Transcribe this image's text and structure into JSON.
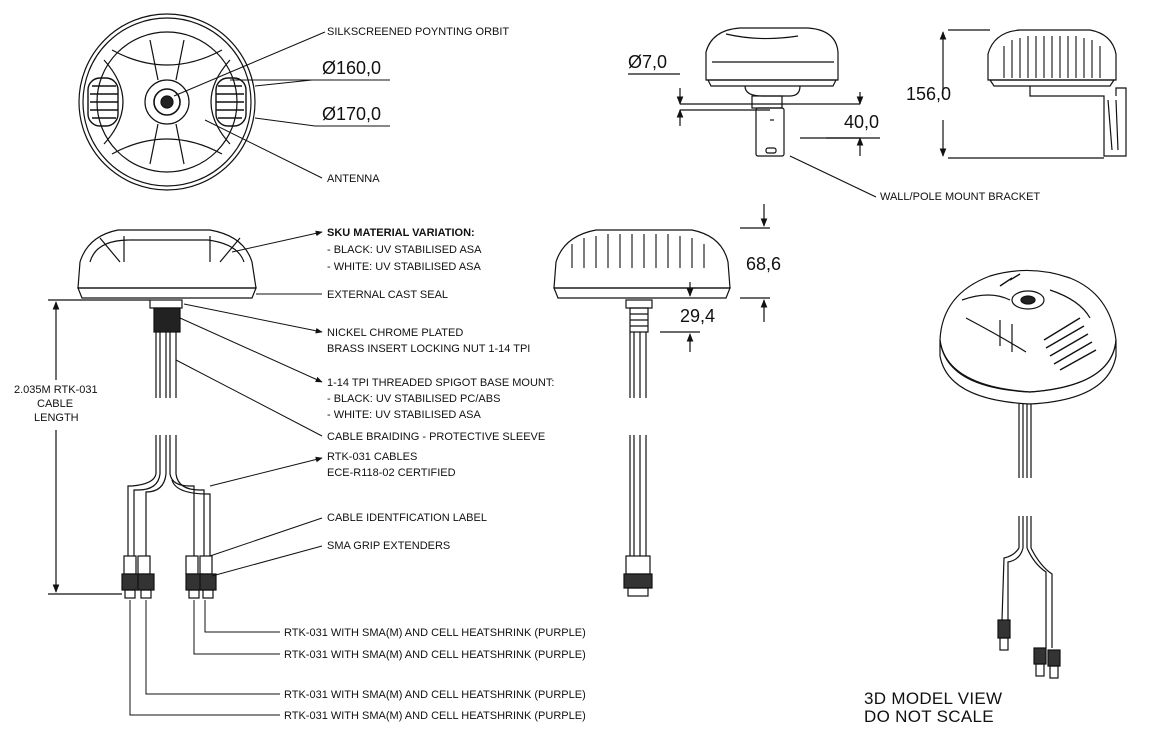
{
  "callouts": {
    "silkscreen": "SILKSCREENED POYNTING ORBIT",
    "antenna": "ANTENNA",
    "wall_mount": "WALL/POLE MOUNT BRACKET",
    "sku_title": "SKU MATERIAL VARIATION:",
    "sku_black": "- BLACK: UV STABILISED ASA",
    "sku_white": "- WHITE: UV STABILISED ASA",
    "cast_seal": "EXTERNAL CAST SEAL",
    "nut_line1": "NICKEL CHROME PLATED",
    "nut_line2": "BRASS INSERT LOCKING NUT 1-14 TPI",
    "spigot_line1": "1-14 TPI THREADED SPIGOT BASE MOUNT:",
    "spigot_black": "- BLACK: UV STABILISED PC/ABS",
    "spigot_white": "- WHITE: UV STABILISED ASA",
    "braiding": "CABLE BRAIDING - PROTECTIVE SLEEVE",
    "cables_line1": "RTK-031 CABLES",
    "cables_line2": "ECE-R118-02 CERTIFIED",
    "cable_label": "CABLE IDENTFICATION LABEL",
    "sma_grip": "SMA GRIP EXTENDERS",
    "connector_1": "RTK-031 WITH SMA(M) AND CELL HEATSHRINK (PURPLE)",
    "connector_2": "RTK-031 WITH SMA(M) AND CELL HEATSHRINK (PURPLE)",
    "connector_3": "RTK-031 WITH SMA(M) AND CELL HEATSHRINK (PURPLE)",
    "connector_4": "RTK-031 WITH SMA(M) AND CELL HEATSHRINK (PURPLE)",
    "cable_length_1": "2.035M RTK-031",
    "cable_length_2": "CABLE",
    "cable_length_3": "LENGTH"
  },
  "dimensions": {
    "d160": "Ø160,0",
    "d170": "Ø170,0",
    "d7": "Ø7,0",
    "h40": "40,0",
    "h156": "156,0",
    "h68": "68,6",
    "h29": "29,4"
  },
  "model_note": {
    "line1": "3D MODEL VIEW",
    "line2": "DO NOT SCALE"
  }
}
